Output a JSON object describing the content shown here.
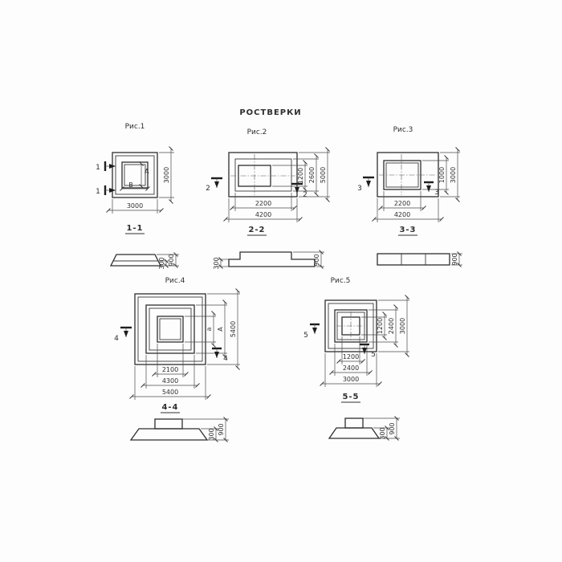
{
  "title": "РОСТВЕРКИ",
  "fig1": {
    "label": "Рис.1",
    "cut": "1",
    "dim_letter_a": "А",
    "dim_letter_b": "В",
    "dim_width": "3000",
    "dim_height": "3000",
    "section": {
      "label": "1-1",
      "dim_step": "300",
      "dim_total": "900"
    }
  },
  "fig2": {
    "label": "Рис.2",
    "cut": "2",
    "dim_inner_h": "1200",
    "dim_mid_h": "2600",
    "dim_outer_h": "5000",
    "dim_inner_w": "2200",
    "dim_outer_w": "4200",
    "section": {
      "label": "2-2",
      "dim_step": "300",
      "dim_total": "900"
    }
  },
  "fig3": {
    "label": "Рис.3",
    "cut": "3",
    "dim_inner_h": "1000",
    "dim_outer_h": "3000",
    "dim_inner_w": "2200",
    "dim_outer_w": "4200",
    "section": {
      "label": "3-3",
      "dim_total": "900"
    }
  },
  "fig4": {
    "label": "Рис.4",
    "cut": "4",
    "dim_letter_inner": "а",
    "dim_letter_mid": "А",
    "dim_outer_h": "5400",
    "dim_inner_w": "2100",
    "dim_mid_w": "4300",
    "dim_outer_w": "5400",
    "section": {
      "label": "4-4",
      "dim_step": "300",
      "dim_total": "900"
    }
  },
  "fig5": {
    "label": "Рис.5",
    "cut": "5",
    "dim_inner_h": "1200",
    "dim_mid_h": "2400",
    "dim_outer_h": "3000",
    "dim_inner_w": "1200",
    "dim_mid_w": "2400",
    "dim_outer_w": "3000",
    "section": {
      "label": "5-5",
      "dim_step": "300",
      "dim_total": "900"
    }
  }
}
